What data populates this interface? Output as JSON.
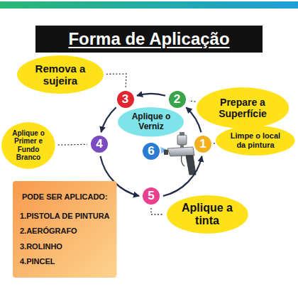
{
  "diagram": {
    "title": "Forma de Aplicação",
    "nodes": [
      {
        "text": [
          "Remova a sujeira"
        ]
      },
      {
        "text": [
          "Prepare a Superfície"
        ]
      },
      {
        "text": [
          "3"
        ]
      },
      {
        "text": [
          "2"
        ]
      },
      {
        "text": [
          "Aplique o Verniz"
        ]
      },
      {
        "text": [
          "Aplique o Primer e Fundo Branco"
        ]
      },
      {
        "text": [
          "4"
        ]
      },
      {
        "text": [
          "6"
        ]
      },
      {
        "text": [
          "1"
        ]
      },
      {
        "text": [
          "Limpe o local da pintura"
        ]
      },
      {
        "text": [
          "5"
        ]
      },
      {
        "text": [
          "Aplique a tinta"
        ]
      },
      {
        "text": [
          "PODE SER APLICADO:",
          "1.PISTOLA DE PINTURA",
          "2.AERÓGRAFO",
          "3.ROLINHO",
          "4.PINCEL"
        ]
      }
    ],
    "edges": [
      {
        "from": 8,
        "to": 3,
        "arrow": "to"
      },
      {
        "from": 3,
        "to": 2,
        "arrow": "to"
      },
      {
        "from": 2,
        "to": 6,
        "arrow": "to"
      },
      {
        "from": 6,
        "to": 10,
        "arrow": "to"
      },
      {
        "from": 10,
        "to": 8,
        "arrow": "to"
      },
      {
        "from": 0,
        "to": 2,
        "arrow": "none"
      },
      {
        "from": 1,
        "to": 3,
        "arrow": "none"
      },
      {
        "from": 9,
        "to": 8,
        "arrow": "none"
      },
      {
        "from": 5,
        "to": 6,
        "arrow": "none"
      },
      {
        "from": 10,
        "to": 11,
        "arrow": "none"
      }
    ]
  }
}
